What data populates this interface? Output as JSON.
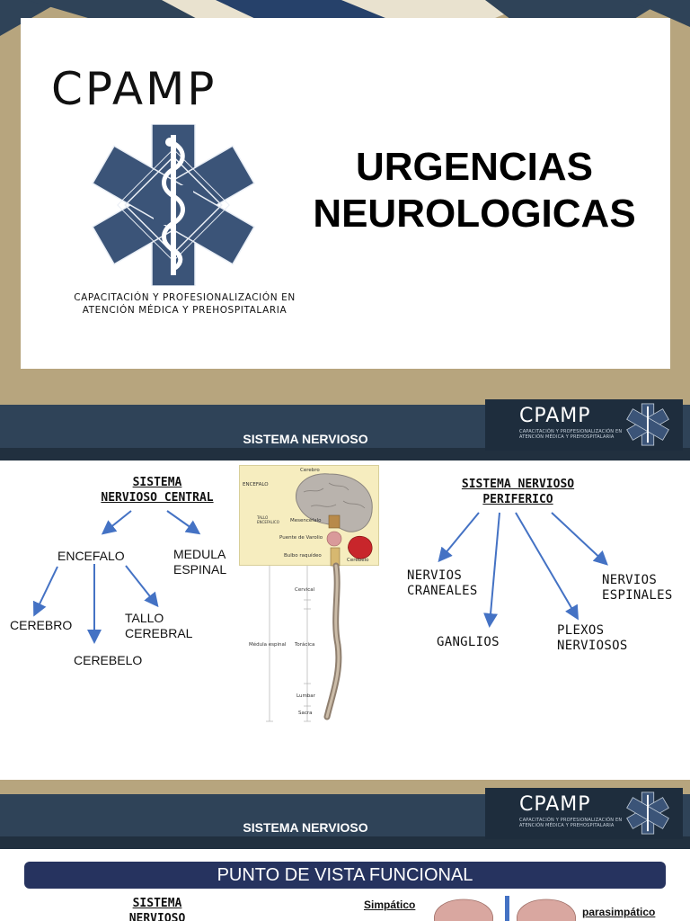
{
  "slide1": {
    "logo": {
      "wordmark": "CPAMP",
      "subtitle_line1": "CAPACITACIÓN Y PROFESIONALIZACIÓN EN",
      "subtitle_line2": "ATENCIÓN MÉDICA Y PREHOSPITALARIA"
    },
    "title_line1": "URGENCIAS",
    "title_line2": "NEUROLOGICAS",
    "colors": {
      "background": "#b7a57e",
      "navy": "#2f4358",
      "star": "#3b5478"
    }
  },
  "slide2": {
    "header": "SISTEMA NERVIOSO",
    "mini_logo": {
      "wordmark": "CPAMP",
      "subtitle_line1": "CAPACITACIÓN Y PROFESIONALIZACIÓN EN",
      "subtitle_line2": "ATENCIÓN MÉDICA Y PREHOSPITALARIA"
    },
    "central": {
      "title_line1": "SISTEMA",
      "title_line2": "NERVIOSO CENTRAL",
      "encefalo": "ENCEFALO",
      "medula_line1": "MEDULA",
      "medula_line2": "ESPINAL",
      "cerebro": "CEREBRO",
      "tallo_line1": "TALLO",
      "tallo_line2": "CEREBRAL",
      "cerebelo": "CEREBELO"
    },
    "anatomy": {
      "cerebro": "Cerebro",
      "encefalo": "ENCEFALO",
      "tallo": "TALLO ENCEFALICO",
      "mesencefalo": "Mesencéfalo",
      "puente": "Puente de Varolio",
      "bulbo": "Bulbo raquídeo",
      "cerebelo": "Cerebelo",
      "cervical": "Cervical",
      "medula": "Médula espinal",
      "toracica": "Torácica",
      "lumbar": "Lumbar",
      "sacra": "Sacra"
    },
    "peripheral": {
      "title_line1": "SISTEMA NERVIOSO",
      "title_line2": "PERIFERICO",
      "craneales_line1": "NERVIOS",
      "craneales_line2": "CRANEALES",
      "espinales_line1": "NERVIOS",
      "espinales_line2": "ESPINALES",
      "ganglios": "GANGLIOS",
      "plexos_line1": "PLEXOS",
      "plexos_line2": "NERVIOSOS"
    },
    "colors": {
      "arrow": "#4472c4"
    }
  },
  "slide3": {
    "header": "SISTEMA NERVIOSO",
    "mini_logo": {
      "wordmark": "CPAMP",
      "subtitle_line1": "CAPACITACIÓN Y PROFESIONALIZACIÓN EN",
      "subtitle_line2": "ATENCIÓN MÉDICA Y PREHOSPITALARIA"
    },
    "banner": "PUNTO DE VISTA FUNCIONAL",
    "left_title_line1": "SISTEMA",
    "left_title_line2": "NERVIOSO",
    "simpatico": "Simpático",
    "parasimpatico": "parasimpático",
    "colors": {
      "banner": "#26335f"
    }
  }
}
